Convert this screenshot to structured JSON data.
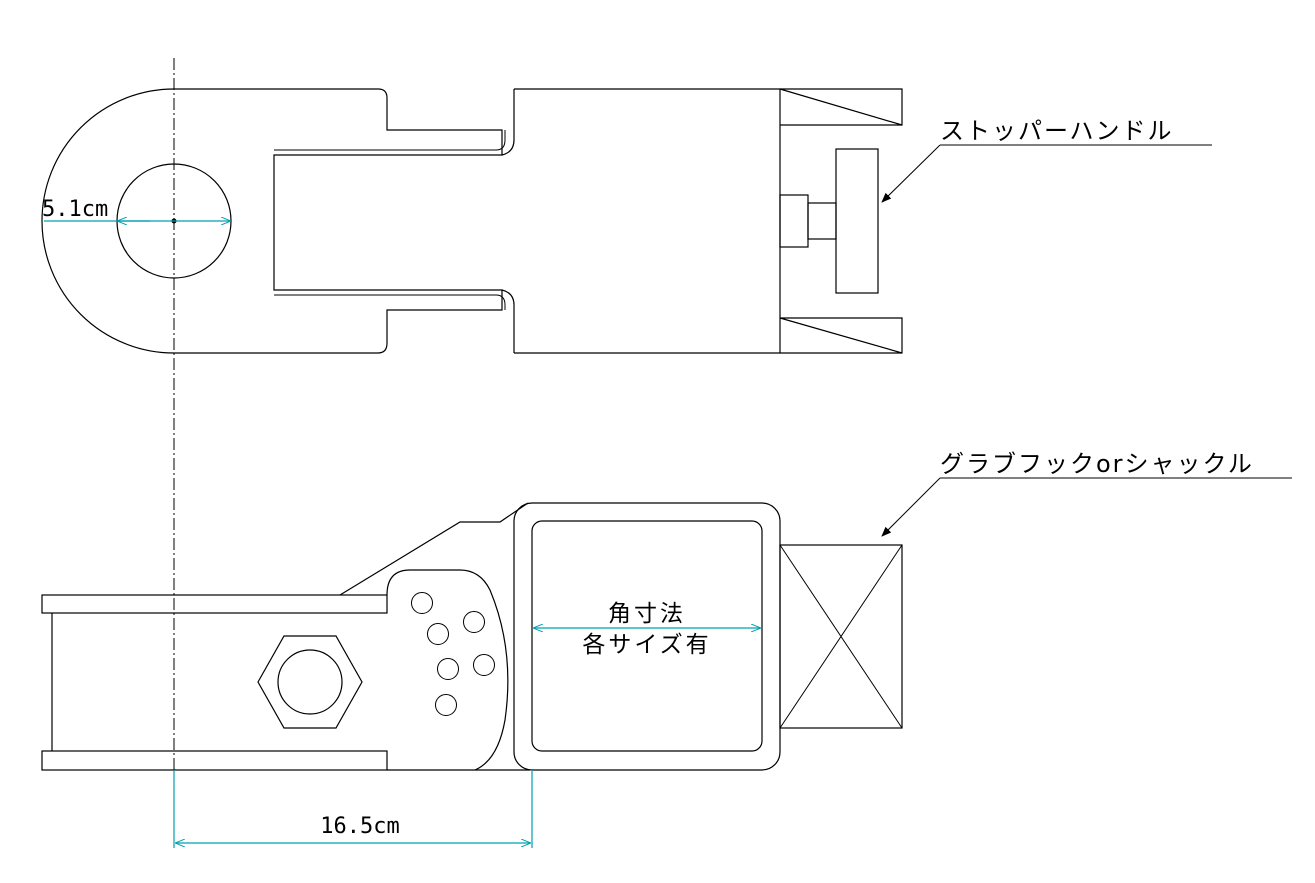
{
  "labels": {
    "stopper_handle": "ストッパーハンドル",
    "hook_or_shackle": "グラブフックorシャックル",
    "square_dim_line1": "角寸法",
    "square_dim_line2": "各サイズ有"
  },
  "dimensions": {
    "hole_diameter": "5.1cm",
    "length": "16.5cm"
  },
  "colors": {
    "outline": "#000000",
    "dimension_line": "#00a0b0"
  }
}
